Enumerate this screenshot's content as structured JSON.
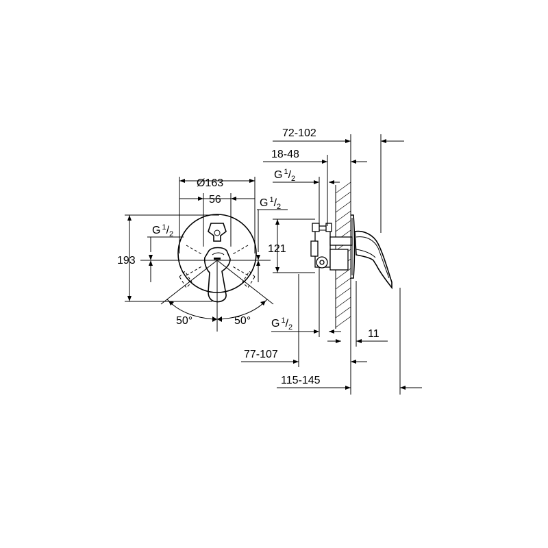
{
  "front_view": {
    "diameter_label": "Ø163",
    "width_56": "56",
    "height_193": "193",
    "angle_left": "50°",
    "angle_right": "50°",
    "thread_left": {
      "g": "G",
      "num": "1",
      "den": "2"
    },
    "thread_right": {
      "g": "G",
      "num": "1",
      "den": "2"
    }
  },
  "side_view": {
    "dim_72_102": "72-102",
    "dim_18_48": "18-48",
    "dim_121": "121",
    "dim_11": "11",
    "dim_77_107": "77-107",
    "dim_115_145": "115-145",
    "thread_top": {
      "g": "G",
      "num": "1",
      "den": "2"
    },
    "thread_bottom": {
      "g": "G",
      "num": "1",
      "den": "2"
    }
  }
}
